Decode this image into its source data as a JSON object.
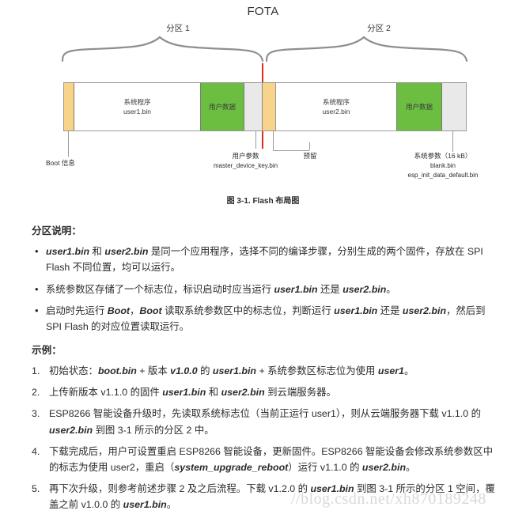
{
  "figure": {
    "title": "FOTA",
    "partitions": [
      {
        "label": "分区 1"
      },
      {
        "label": "分区 2"
      }
    ],
    "segments": [
      {
        "name": "boot",
        "line1": "",
        "line2": ""
      },
      {
        "name": "sys1",
        "line1": "系统程序",
        "line2": "user1.bin"
      },
      {
        "name": "udata1",
        "line1": "用户数据",
        "line2": ""
      },
      {
        "name": "uparam",
        "line1": "",
        "line2": ""
      },
      {
        "name": "reserved",
        "line1": "",
        "line2": ""
      },
      {
        "name": "sys2",
        "line1": "系统程序",
        "line2": "user2.bin"
      },
      {
        "name": "udata2",
        "line1": "用户数据",
        "line2": ""
      },
      {
        "name": "sysparam",
        "line1": "",
        "line2": ""
      }
    ],
    "callouts": {
      "boot": "Boot 信息",
      "user_param_title": "用户参数",
      "user_param_file": "master_device_key.bin",
      "reserved": "预留",
      "sys_param_title": "系统参数（16 kB）",
      "sys_param_file1": "blank.bin",
      "sys_param_file2": "esp_init_data_default.bin"
    },
    "caption": "图 3-1. Flash 布局图",
    "colors": {
      "boot_orange": "#f7d489",
      "user_data_green": "#6cbe41",
      "param_gray": "#e9e9e9",
      "divider_red": "#e02b1d",
      "border_gray": "#9a9a9a"
    }
  },
  "doc": {
    "partition_heading": "分区说明：",
    "bullets": [
      "<span class=\"bi\">user1.bin</span> 和 <span class=\"bi\">user2.bin</span> 是同一个应用程序，选择不同的编译步骤，分别生成的两个固件，存放在 SPI Flash 不同位置，均可以运行。",
      "系统参数区存储了一个标志位，标识启动时应当运行 <span class=\"bi\">user1.bin</span> 还是 <span class=\"bi\">user2.bin</span>。",
      "启动时先运行 <span class=\"bi\">Boot</span>，<span class=\"bi\">Boot</span> 读取系统参数区中的标志位，判断运行 <span class=\"bi\">user1.bin</span> 还是 <span class=\"bi\">user2.bin</span>，然后到 SPI Flash 的对应位置读取运行。"
    ],
    "example_heading": "示例：",
    "steps": [
      "初始状态：<span class=\"bi\">boot.bin</span> + 版本 <span class=\"bi\">v1.0.0</span> 的 <span class=\"bi\">user1.bin</span> + 系统参数区标志位为使用 <span class=\"bi\">user1</span>。",
      "上传新版本 v1.1.0 的固件 <span class=\"bi\">user1.bin</span> 和 <span class=\"bi\">user2.bin</span> 到云端服务器。",
      "ESP8266 智能设备升级时，先读取系统标志位（当前正运行 user1），则从云端服务器下载 v1.1.0 的 <span class=\"bi\">user2.bin</span> 到图 3-1 所示的分区 2 中。",
      "下载完成后，用户可设置重启 ESP8266 智能设备，更新固件。ESP8266 智能设备会修改系统参数区中的标志为使用 user2，重启（<span class=\"bi\">system_upgrade_reboot</span>）运行 v1.1.0 的 <span class=\"bi\">user2.bin</span>。",
      "再下次升级，则参考前述步骤 2 及之后流程。下载 v1.2.0 的 <span class=\"bi\">user1.bin</span> 到图 3-1 所示的分区 1 空间，覆盖之前 v1.0.0 的 <span class=\"bi\">user1.bin</span>。"
    ]
  },
  "watermark": "//blog.csdn.net/xh870189248"
}
